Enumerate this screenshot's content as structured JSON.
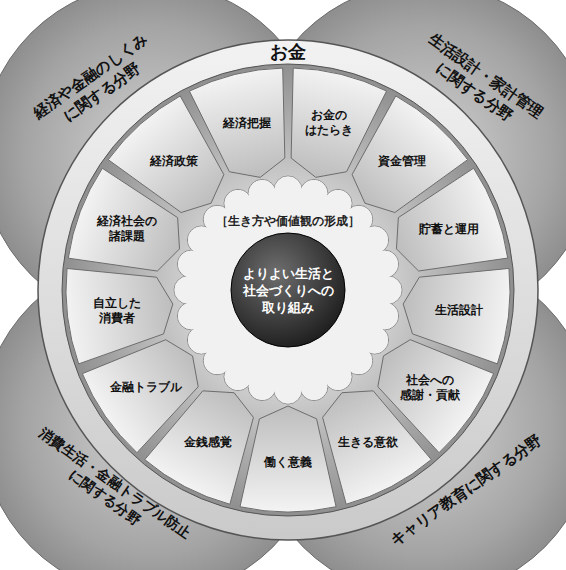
{
  "diagram": {
    "nodes": [
      {
        "text": [
          "経済や金融のしくみ に関する分野"
        ]
      },
      {
        "text": [
          "生活設計・家計管理 に関する分野"
        ]
      },
      {
        "text": [
          "消費生活・金融トラブル防止 に関する分野"
        ]
      },
      {
        "text": [
          "キャリア教育に関する分野"
        ]
      },
      {
        "text": [
          "お金"
        ]
      },
      {
        "text": [
          "お金の はたらき"
        ],
        "in": 4
      },
      {
        "text": [
          "資金管理"
        ],
        "in": 4
      },
      {
        "text": [
          "貯蓄と運用"
        ],
        "in": 4
      },
      {
        "text": [
          "生活設計"
        ],
        "in": 4
      },
      {
        "text": [
          "社会への 感謝・貢献"
        ],
        "in": 4
      },
      {
        "text": [
          "生きる意欲"
        ],
        "in": 4
      },
      {
        "text": [
          "働く意義"
        ],
        "in": 4
      },
      {
        "text": [
          "金銭感覚"
        ],
        "in": 4
      },
      {
        "text": [
          "金融トラブル"
        ],
        "in": 4
      },
      {
        "text": [
          "自立した 消費者"
        ],
        "in": 4
      },
      {
        "text": [
          "経済社会の 諸課題"
        ],
        "in": 4
      },
      {
        "text": [
          "経済政策"
        ],
        "in": 4
      },
      {
        "text": [
          "経済把握"
        ],
        "in": 4
      },
      {
        "text": [
          "［生き方や価値観の形成］"
        ],
        "in": 4
      },
      {
        "text": [
          "よりよい生活と 社会づくりへの 取り組み"
        ],
        "in": 18
      }
    ]
  }
}
